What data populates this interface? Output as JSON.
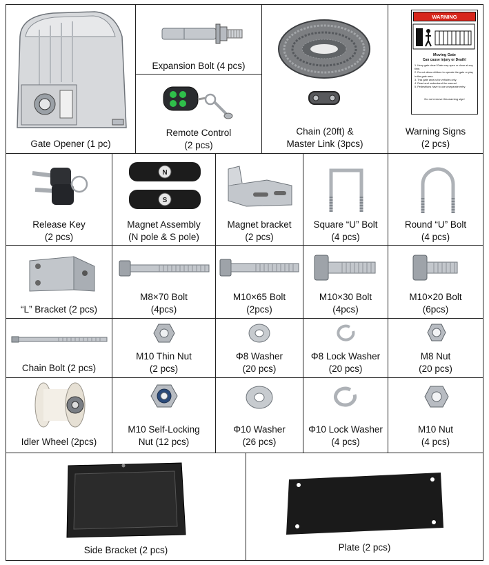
{
  "parts": {
    "gate_opener": "Gate Opener (1 pc)",
    "expansion_bolt": "Expansion Bolt (4 pcs)",
    "remote_control": [
      "Remote Control",
      "(2 pcs)"
    ],
    "chain": [
      "Chain (20ft) &",
      "Master Link (3pcs)"
    ],
    "warning_signs": [
      "Warning Signs",
      "(2 pcs)"
    ],
    "release_key": [
      "Release Key",
      "(2 pcs)"
    ],
    "magnet_assembly": [
      "Magnet Assembly",
      "(N pole & S pole)"
    ],
    "magnet_bracket": [
      "Magnet bracket",
      "(2 pcs)"
    ],
    "square_u_bolt": [
      "Square “U” Bolt",
      "(4 pcs)"
    ],
    "round_u_bolt": [
      "Round “U” Bolt",
      "(4 pcs)"
    ],
    "l_bracket": "“L” Bracket (2 pcs)",
    "m8x70_bolt": [
      "M8×70 Bolt",
      "(4pcs)"
    ],
    "m10x65_bolt": [
      "M10×65 Bolt",
      "(2pcs)"
    ],
    "m10x30_bolt": [
      "M10×30 Bolt",
      "(4pcs)"
    ],
    "m10x20_bolt": [
      "M10×20 Bolt",
      "(6pcs)"
    ],
    "chain_bolt": "Chain Bolt (2 pcs)",
    "m10_thin_nut": [
      "M10 Thin Nut",
      "(2 pcs)"
    ],
    "phi8_washer": [
      "Φ8 Washer",
      "(20 pcs)"
    ],
    "phi8_lock_washer": [
      "Φ8 Lock Washer",
      "(20 pcs)"
    ],
    "m8_nut": [
      "M8 Nut",
      "(20 pcs)"
    ],
    "idler_wheel": "Idler Wheel (2pcs)",
    "m10_self_locking_nut": [
      "M10 Self-Locking",
      "Nut (12 pcs)"
    ],
    "phi10_washer": [
      "Φ10 Washer",
      "(26 pcs)"
    ],
    "phi10_lock_washer": [
      "Φ10 Lock Washer",
      "(4 pcs)"
    ],
    "m10_nut": [
      "M10 Nut",
      "(4 pcs)"
    ],
    "side_bracket": "Side Bracket (2 pcs)",
    "plate": "Plate (2 pcs)"
  },
  "magnet_letters": {
    "north": "N",
    "south": "S"
  },
  "warning_sign": {
    "banner": "WARNING",
    "heading": "Moving Gate",
    "subheading": "Can cause injury or Death!",
    "rules": [
      "1. Keep gate clear! Gate may open or close at any time.",
      "2. Do not allow children to operate the gate or play in the gate area.",
      "3. This gate area is for vehicles only.",
      "4. Read and understand the manual.",
      "5. Pedestrians have to use a separate entry."
    ],
    "footer": "Do not remove this warning sign!"
  },
  "colors": {
    "border": "#222222",
    "metal": "#b8bcc2",
    "metal_dark": "#7d838a",
    "black_part": "#1c1c1c",
    "warning_red": "#d8261c",
    "remote_green": "#2fbf4a"
  }
}
